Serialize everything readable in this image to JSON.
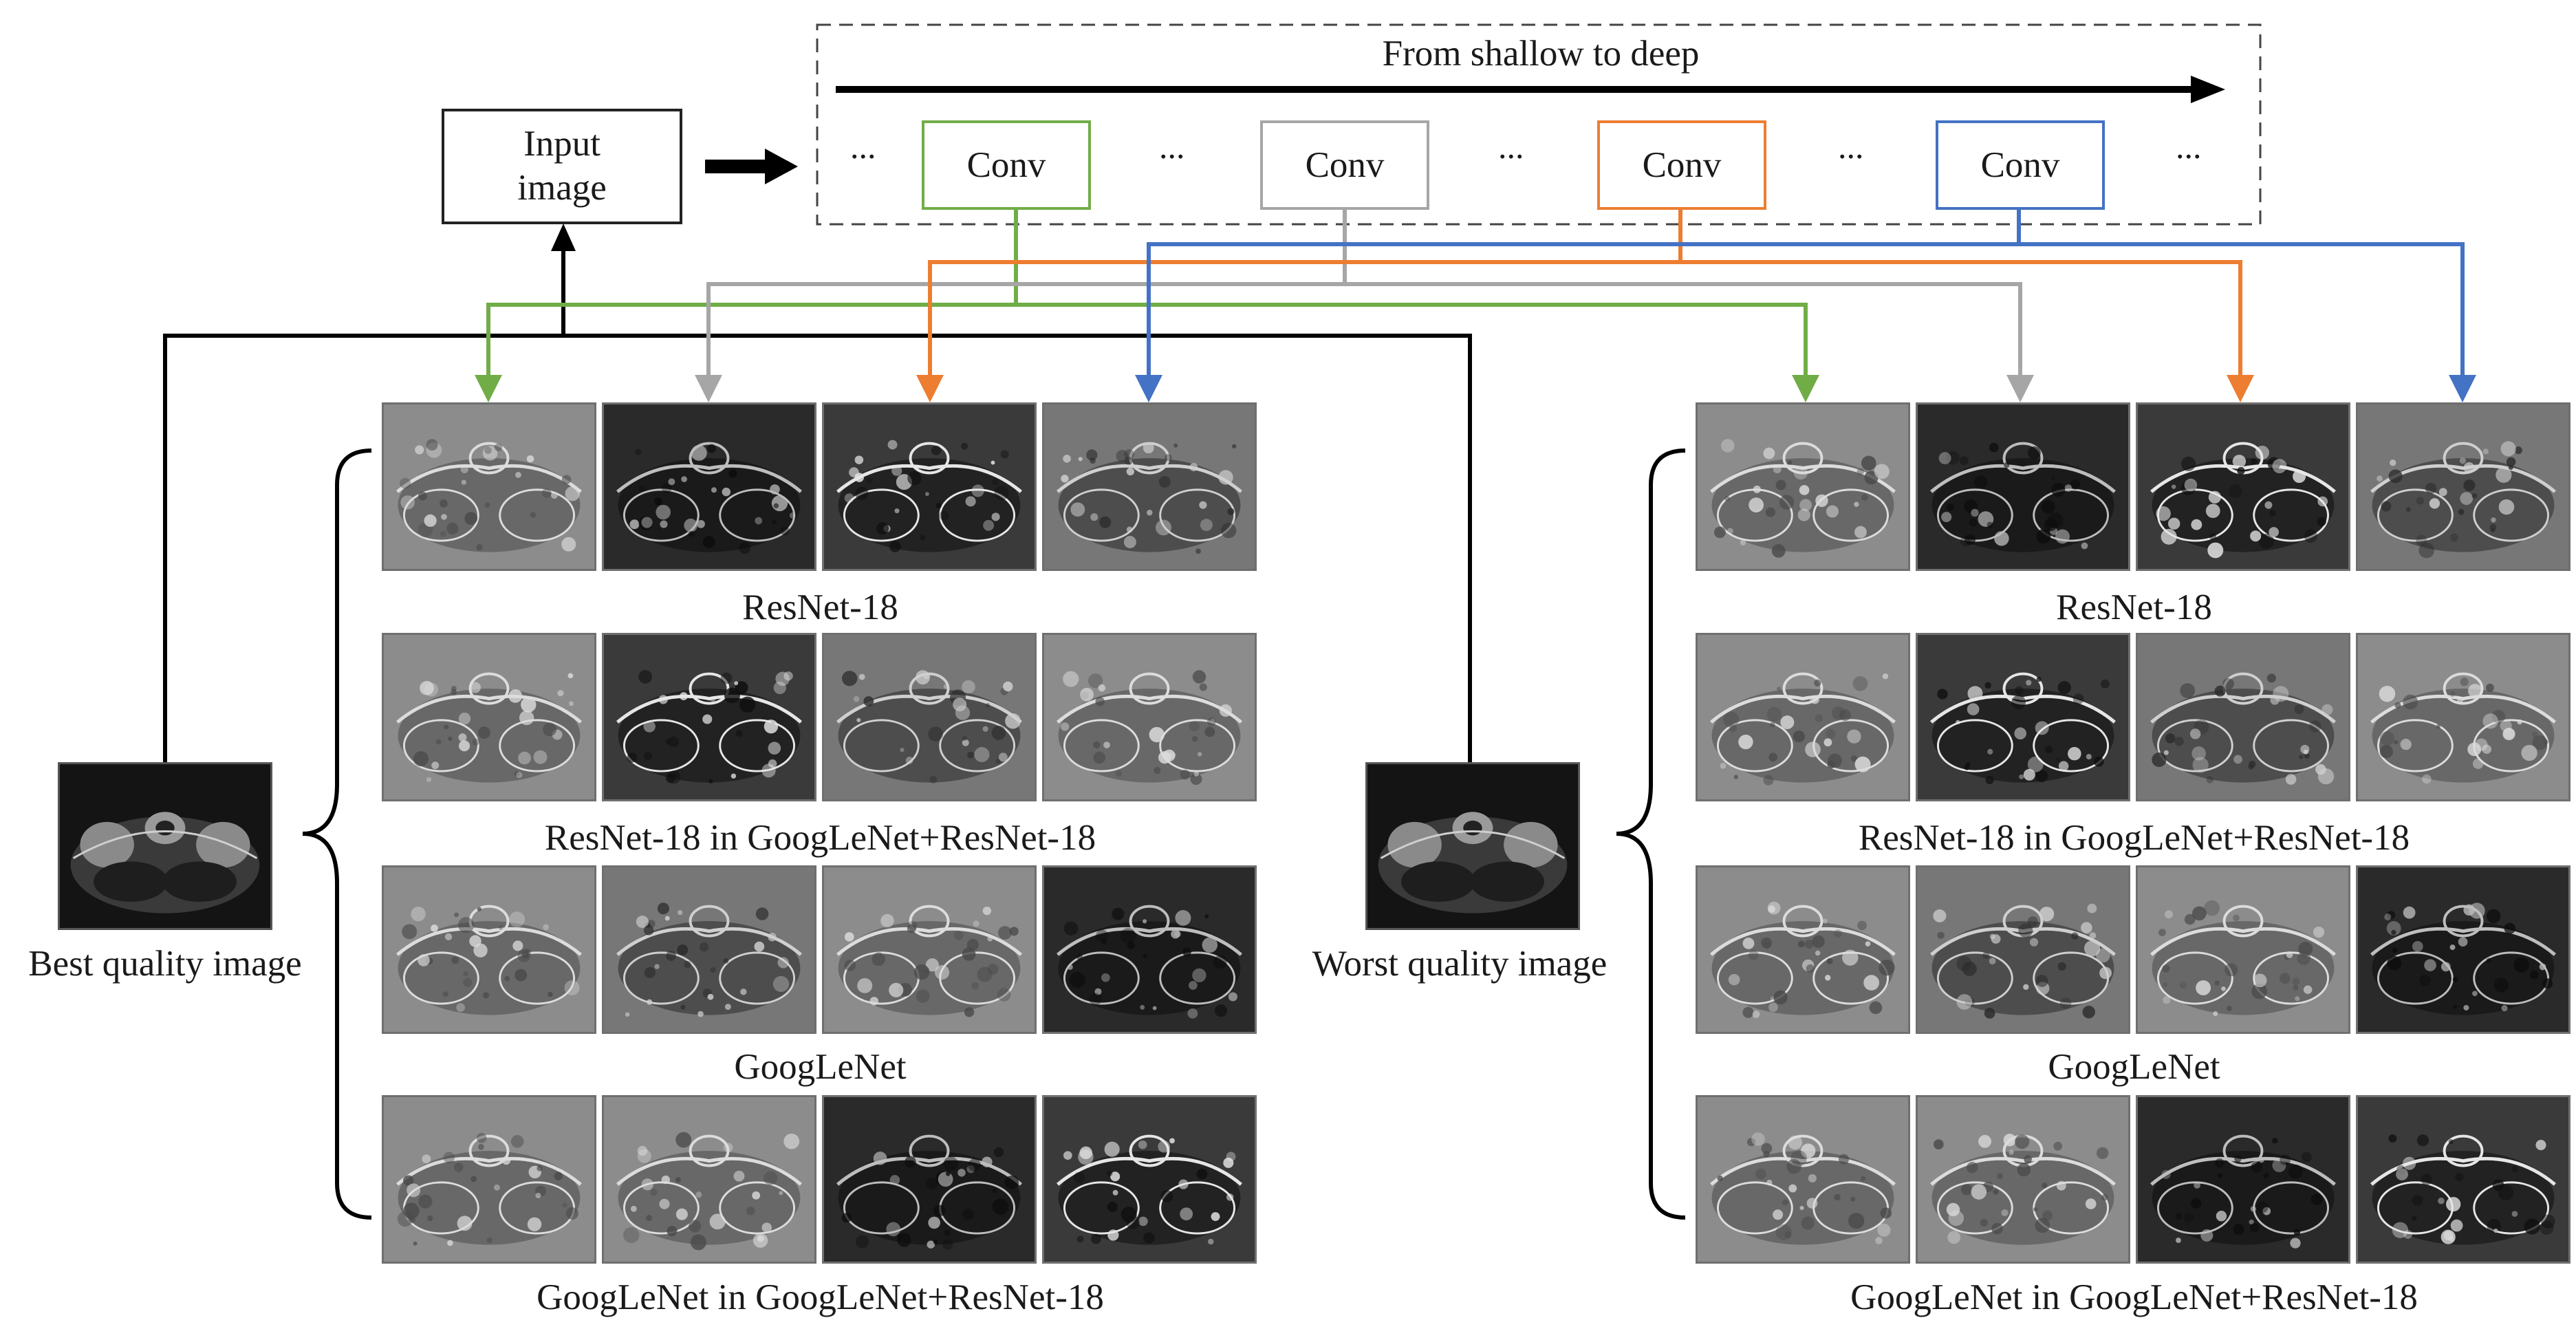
{
  "pipeline": {
    "input_label": "Input\nimage",
    "direction_label": "From shallow to deep",
    "ellipsis": "...",
    "conv_label": "Conv",
    "conv_colors": [
      "#70ad47",
      "#a6a6a6",
      "#ed7d31",
      "#4472c4"
    ]
  },
  "left_panel": {
    "source_label": "Best quality image",
    "rows": [
      "ResNet-18",
      "ResNet-18 in GoogLeNet+ResNet-18",
      "GoogLeNet",
      "GoogLeNet in GoogLeNet+ResNet-18"
    ]
  },
  "right_panel": {
    "source_label": "Worst quality image",
    "rows": [
      "ResNet-18",
      "ResNet-18 in GoogLeNet+ResNet-18",
      "GoogLeNet",
      "GoogLeNet in GoogLeNet+ResNet-18"
    ]
  },
  "colors": {
    "arrow_black": "#000000",
    "frame_gray": "#444444"
  }
}
